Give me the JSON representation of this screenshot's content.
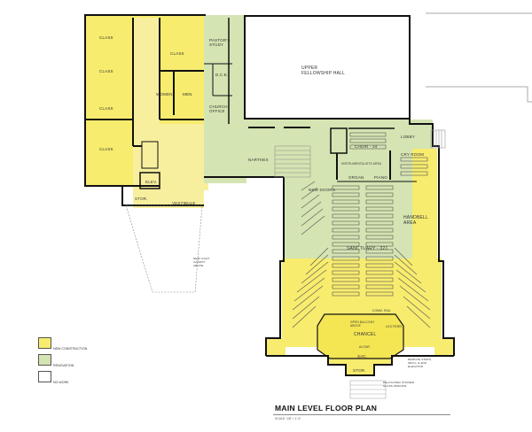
{
  "plan": {
    "title": "MAIN LEVEL  FLOOR PLAN",
    "scale": "SCALE: 1/8\" = 1'-0\""
  },
  "colors": {
    "new_construction": "#f7ec6e",
    "new_construction_corridor": "#f8ef9e",
    "renovation": "#d4e4b2",
    "no_work": "#ffffff",
    "wall": "#111111"
  },
  "legend": [
    {
      "label": "NEW CONSTRUCTION",
      "color": "#f7ec6e"
    },
    {
      "label": "RENOVATION",
      "color": "#d4e4b2"
    },
    {
      "label": "NO WORK",
      "color": "#ffffff"
    }
  ],
  "rooms": {
    "class_1": "CLASS",
    "class_2": "CLASS",
    "class_3": "CLASS",
    "class_4": "CLASS",
    "class_5": "CLASS",
    "women": "WOMEN",
    "men": "MEN",
    "stor_west": "STOR.",
    "elev": "ELEV.",
    "vestibule": "VESTIBULE",
    "pastors_study": "PASTOR'S STUDY",
    "dce": "D.C.E.",
    "church_office": "CHURCH OFFICE",
    "upper_fellowship_hall": "UPPER FELLOWSHIP HALL",
    "narthex": "NARTHEX",
    "choir": "CHOIR - 24",
    "instrumentalists_area": "INSTRUMENTALISTS AREA",
    "organ": "ORGAN",
    "piano": "PIANO",
    "lobby": "LOBBY",
    "cry_room": "CRY ROOM",
    "new_doors": "NEW DOORS",
    "handbell_area": "HANDBELL AREA",
    "sanctuary": "SANCTUARY - 321",
    "chancel": "CHANCEL",
    "lectern": "LECTERN",
    "altar": "ALTAR",
    "open_balcony": "OPEN BALCONY ABOVE",
    "communion_rail": "COMM. RAIL",
    "sac": "SAC.",
    "stor_south": "STOR.",
    "remove_steps_note": "REMOVE STEPS, INFILL & ADD ELEVATOR",
    "relocated_window_note": "RELOCATED STAINED GLASS WINDOW",
    "canopy_note": "NEW LIGHT CANOPY ABOVE"
  }
}
